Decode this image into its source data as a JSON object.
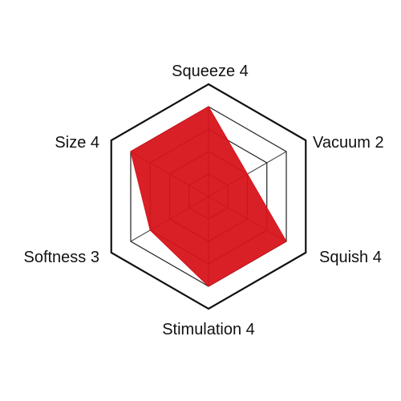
{
  "chart_data": {
    "type": "radar",
    "categories": [
      "Squeeze",
      "Vacuum",
      "Squish",
      "Stimulation",
      "Softness",
      "Size"
    ],
    "values": [
      4,
      2,
      4,
      4,
      3,
      4
    ],
    "labels": [
      "Squeeze 4",
      "Vacuum 2",
      "Squish 4",
      "Stimulation 4",
      "Softness 3",
      "Size 4"
    ],
    "rlim": [
      0,
      5
    ],
    "grid_levels": 5,
    "legend": "none",
    "colors": {
      "fill": "#d7141b",
      "grid": "#222222",
      "frame": "#111111"
    }
  }
}
